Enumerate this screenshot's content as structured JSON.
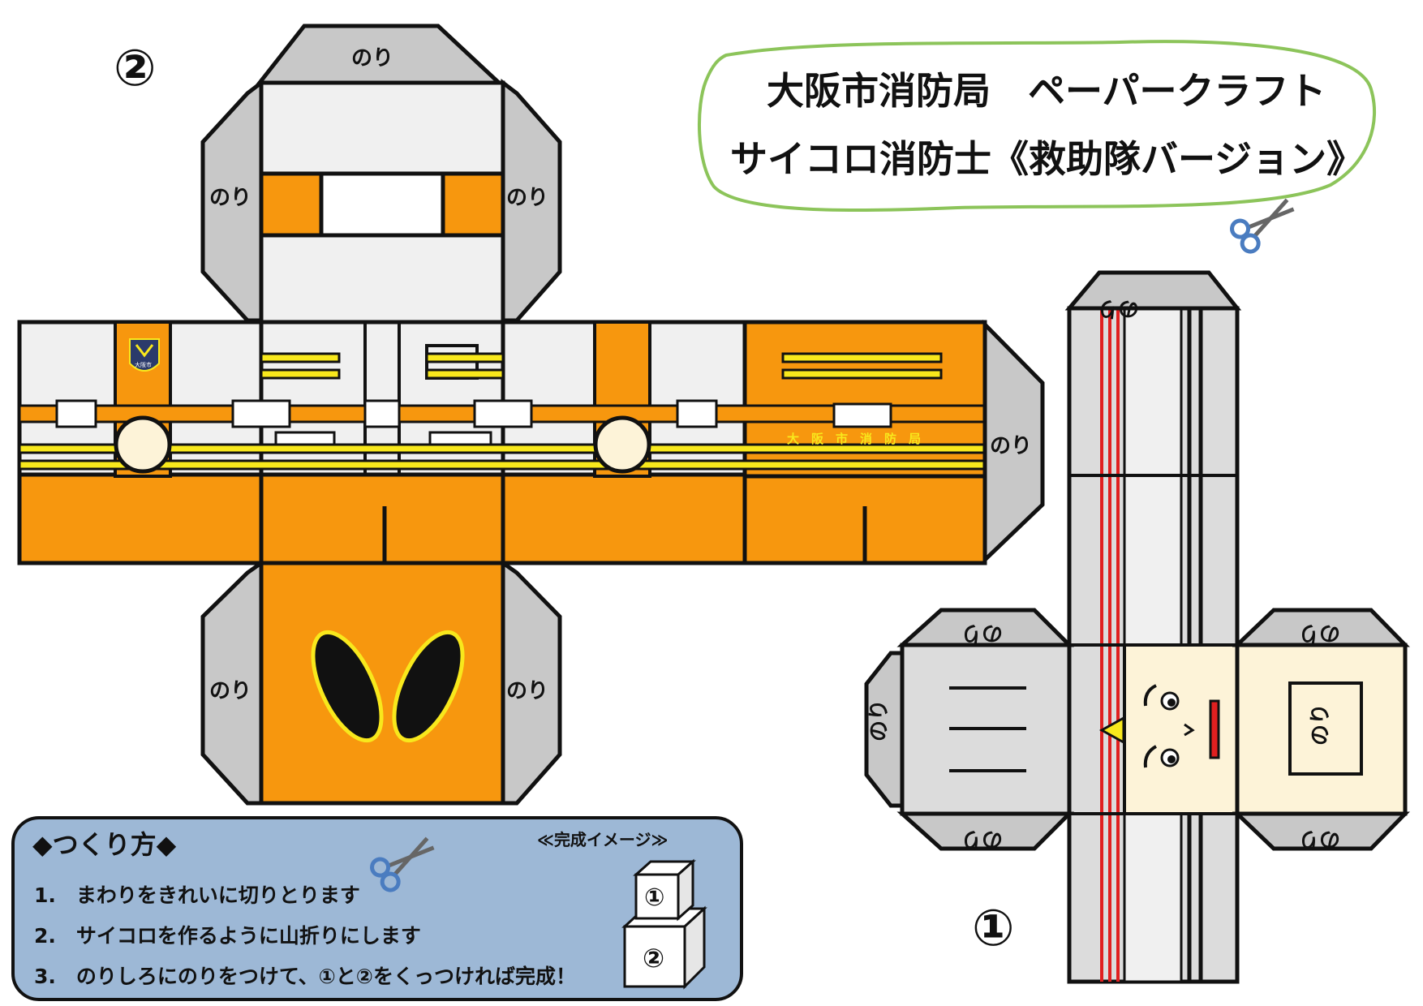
{
  "title": {
    "line1": "大阪市消防局　ペーパークラフト",
    "line2": "サイコロ消防士《救助隊バージョン》"
  },
  "glue_label": "のり",
  "part_numbers": {
    "part1": "①",
    "part2": "②"
  },
  "body_text": "大　阪　市　消　防　局",
  "emblem_text": "大阪市",
  "instructions": {
    "heading": "◆つくり方◆",
    "image_label": "≪完成イメージ≫",
    "steps": [
      "1.　まわりをきれいに切りとります",
      "2.　サイコロを作るように山折りにします",
      "3.　のりしろにのりをつけて、①と②をくっつければ完成！"
    ]
  },
  "colors": {
    "orange": "#f7970e",
    "light_gray": "#f0f0f0",
    "tab_gray": "#c8c8c8",
    "skin": "#fdf3d8",
    "yellow": "#f8e81c",
    "instructions_bg": "#9db8d6",
    "title_border": "#8cc45a",
    "red_stripe": "#e02020"
  },
  "icons": [
    "scissors-icon",
    "emblem-icon",
    "cube-preview-icon"
  ]
}
